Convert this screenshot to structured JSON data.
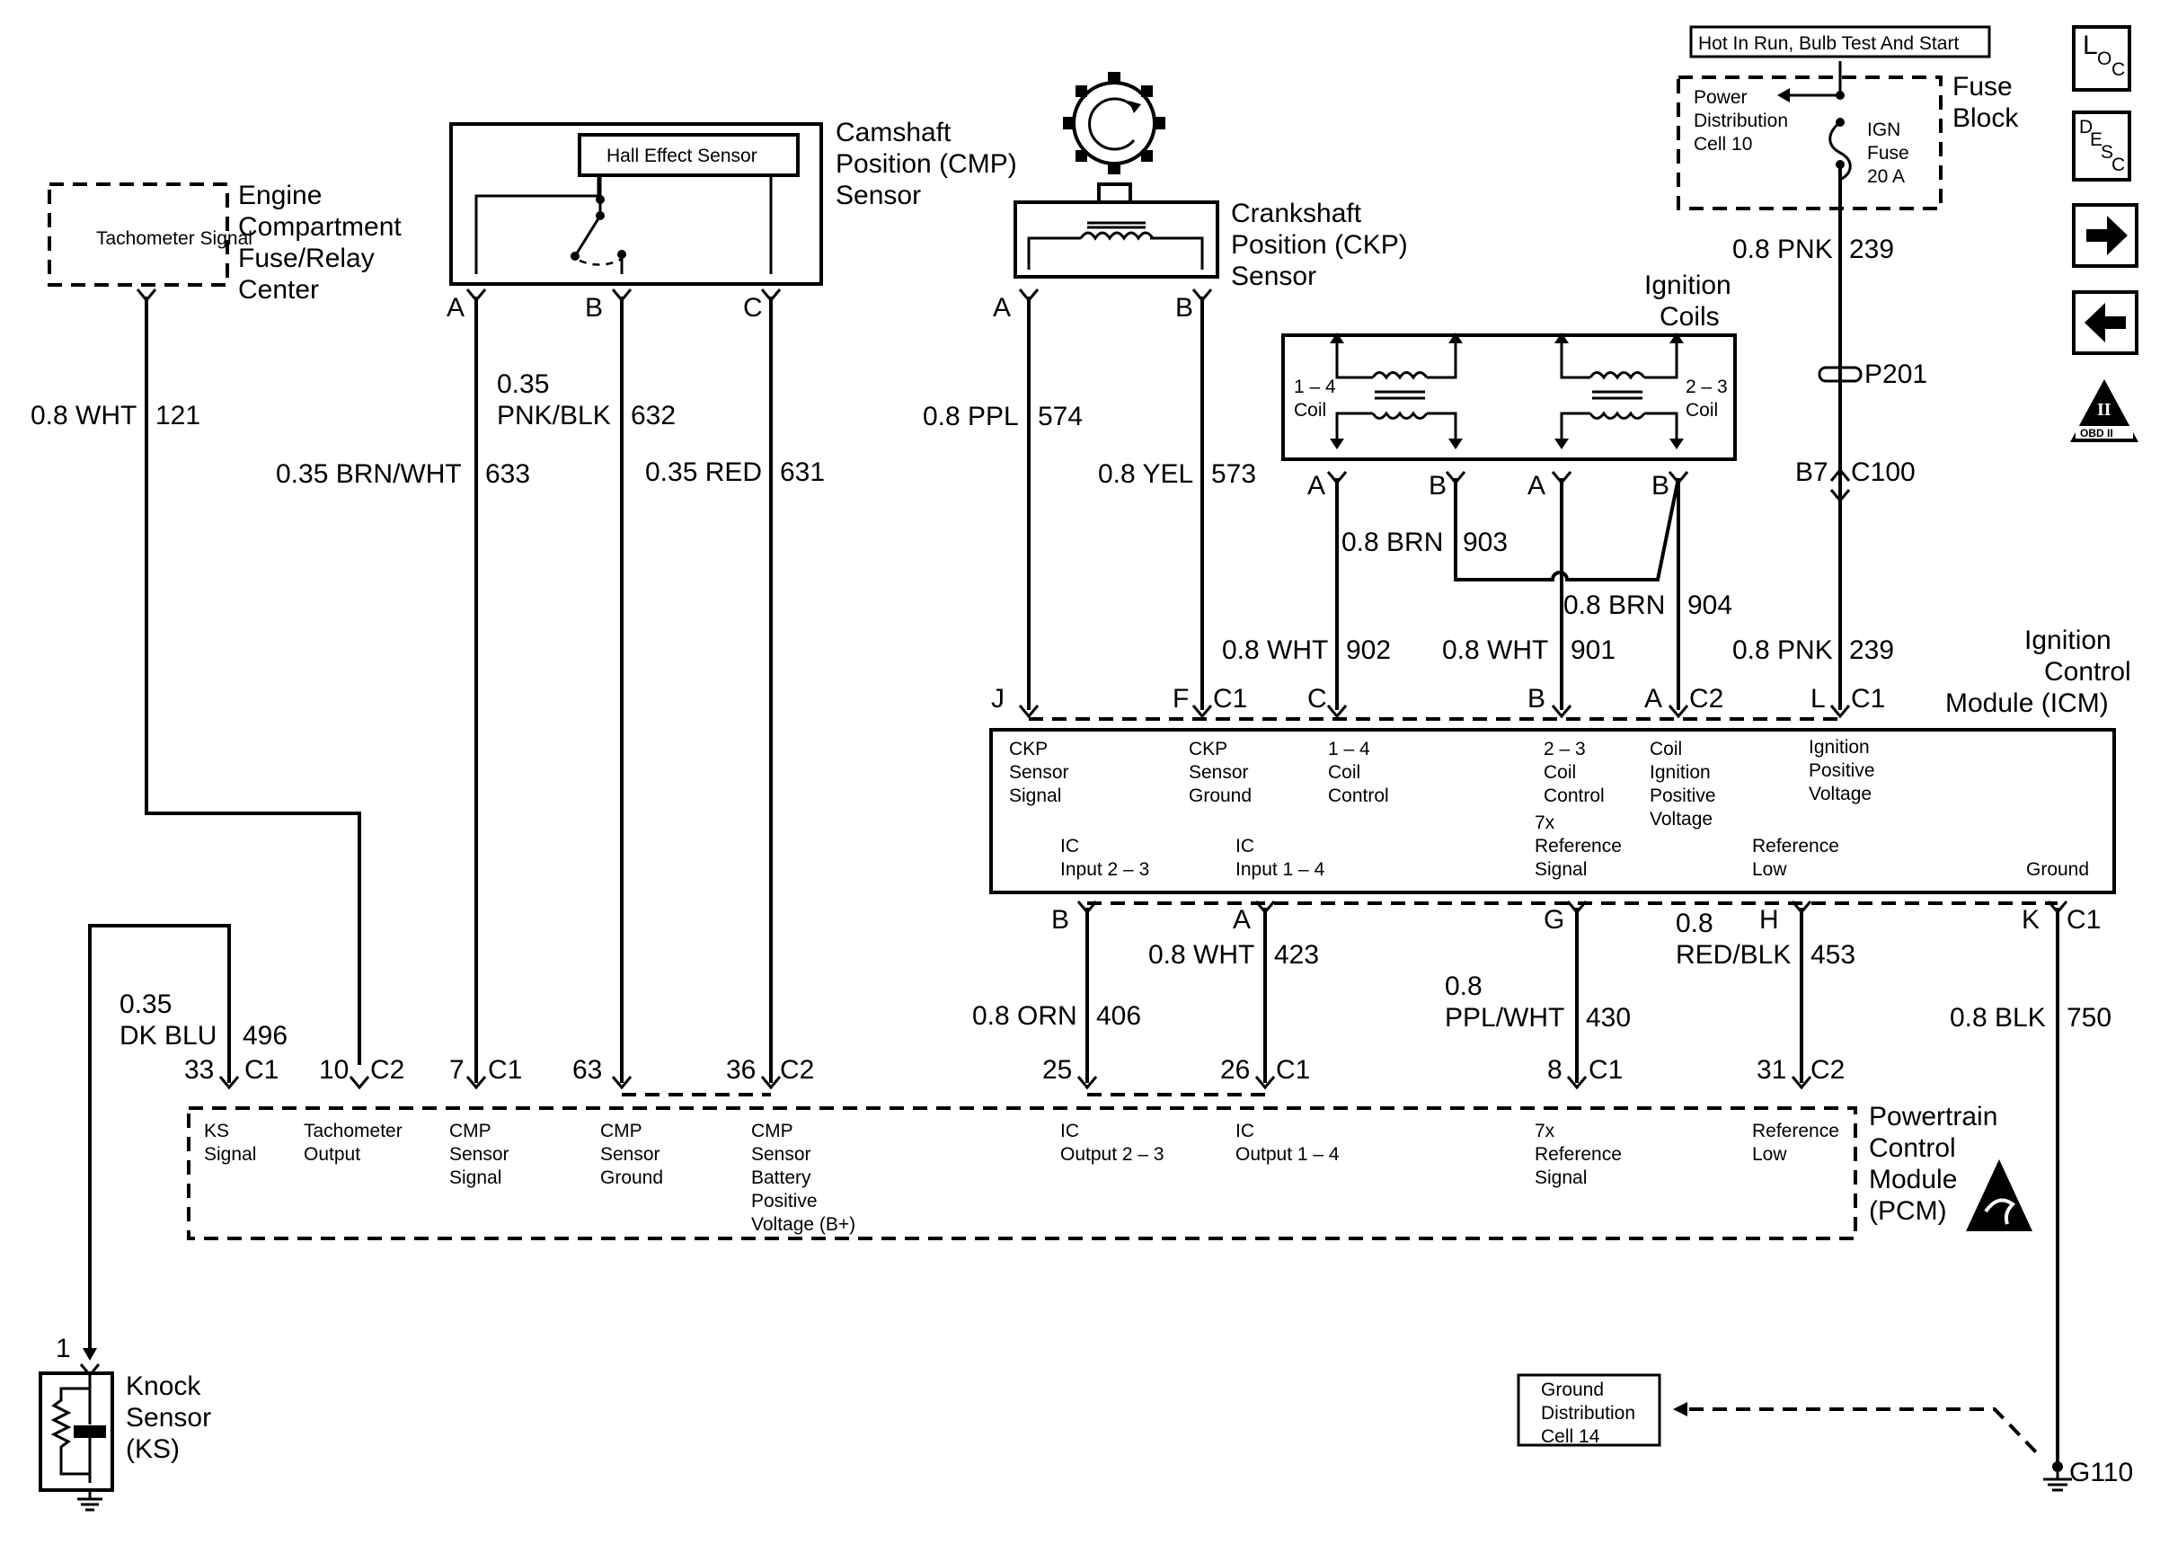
{
  "components": {
    "tach_box": "Tachometer Signal",
    "engine_fuse_center": "Engine Compartment Fuse/Relay Center",
    "hall_sensor": "Hall Effect Sensor",
    "cmp_sensor": "Camshaft Position (CMP) Sensor",
    "ckp_sensor": "Crankshaft Position (CKP) Sensor",
    "ignition_coils": "Ignition Coils",
    "coil_14": "1 – 4 Coil",
    "coil_23": "2 – 3 Coil",
    "hot_header": "Hot In Run, Bulb Test And Start",
    "power_dist": "Power Distribution Cell 10",
    "ign_fuse": "IGN Fuse 20 A",
    "fuse_block": "Fuse Block",
    "icm": "Ignition Control Module (ICM)",
    "pcm": "Powertrain Control Module (PCM)",
    "knock_sensor": "Knock Sensor (KS)",
    "ground_dist": "Ground Distribution Cell 14",
    "g110": "G110",
    "p201": "P201"
  },
  "wires": {
    "w121": "0.8 WHT",
    "c121": "121",
    "w633": "0.35 BRN/WHT",
    "c633": "633",
    "w632a": "0.35",
    "w632b": "PNK/BLK",
    "c632": "632",
    "w631": "0.35 RED",
    "c631": "631",
    "w574": "0.8 PPL",
    "c574": "574",
    "w573": "0.8 YEL",
    "c573": "573",
    "w903": "0.8 BRN",
    "c903": "903",
    "w904": "0.8 BRN",
    "c904": "904",
    "w902": "0.8 WHT",
    "c902": "902",
    "w901": "0.8 WHT",
    "c901": "901",
    "w239a": "0.8 PNK",
    "c239a": "239",
    "w239b": "0.8 PNK",
    "c239b": "239",
    "w496a": "0.35",
    "w496b": "DK BLU",
    "c496": "496",
    "w406": "0.8 ORN",
    "c406": "406",
    "w423": "0.8 WHT",
    "c423": "423",
    "w430a": "0.8",
    "w430b": "PPL/WHT",
    "c430": "430",
    "w453a": "0.8",
    "w453b": "RED/BLK",
    "c453": "453",
    "w750": "0.8 BLK",
    "c750": "750"
  },
  "pins": {
    "cmp_a": "A",
    "cmp_b": "B",
    "cmp_c": "C",
    "ckp_a": "A",
    "ckp_b": "B",
    "coil_a1": "A",
    "coil_b1": "B",
    "coil_a2": "A",
    "coil_b2": "B",
    "b7": "B7",
    "c100": "C100",
    "icm_j": "J",
    "icm_f": "F",
    "icm_c1": "C1",
    "icm_c": "C",
    "icm_b": "B",
    "icm_a": "A",
    "icm_c2": "C2",
    "icm_l": "L",
    "icm_c1b": "C1",
    "icm_bot_b": "B",
    "icm_bot_a": "A",
    "icm_bot_g": "G",
    "icm_bot_h": "H",
    "icm_bot_k": "K",
    "icm_bot_c1": "C1",
    "pcm_33": "33",
    "pcm_c1a": "C1",
    "pcm_10": "10",
    "pcm_c2a": "C2",
    "pcm_7": "7",
    "pcm_c1b": "C1",
    "pcm_63": "63",
    "pcm_36": "36",
    "pcm_c2b": "C2",
    "pcm_25": "25",
    "pcm_26": "26",
    "pcm_c1c": "C1",
    "pcm_8": "8",
    "pcm_c1d": "C1",
    "pcm_31": "31",
    "pcm_c2c": "C2",
    "ks_1": "1"
  },
  "icm_labels": {
    "ckp_sig": [
      "CKP",
      "Sensor",
      "Signal"
    ],
    "ckp_gnd": [
      "CKP",
      "Sensor",
      "Ground"
    ],
    "coil14": [
      "1 – 4",
      "Coil",
      "Control"
    ],
    "coil23": [
      "2 – 3",
      "Coil",
      "Control"
    ],
    "coil_ign": [
      "Coil",
      "Ignition",
      "Positive",
      "Voltage"
    ],
    "ign_pos": [
      "Ignition",
      "Positive",
      "Voltage"
    ],
    "ic23": [
      "IC",
      "Input 2 – 3"
    ],
    "ic14": [
      "IC",
      "Input 1 – 4"
    ],
    "ref_sig": [
      "7x",
      "Reference",
      "Signal"
    ],
    "ref_low": [
      "Reference",
      "Low"
    ],
    "ground": "Ground"
  },
  "pcm_labels": {
    "ks": [
      "KS",
      "Signal"
    ],
    "tach": [
      "Tachometer",
      "Output"
    ],
    "cmp_sig": [
      "CMP",
      "Sensor",
      "Signal"
    ],
    "cmp_gnd": [
      "CMP",
      "Sensor",
      "Ground"
    ],
    "cmp_bat": [
      "CMP",
      "Sensor",
      "Battery",
      "Positive",
      "Voltage (B+)"
    ],
    "ic_out23": [
      "IC",
      "Output 2 – 3"
    ],
    "ic_out14": [
      "IC",
      "Output 1 – 4"
    ],
    "ref_sig": [
      "7x",
      "Reference",
      "Signal"
    ],
    "ref_low": [
      "Reference",
      "Low"
    ]
  },
  "nav": {
    "loc": "LOC",
    "desc": "DESC",
    "next": "next-page",
    "prev": "previous-page",
    "obd": "OBD II"
  }
}
